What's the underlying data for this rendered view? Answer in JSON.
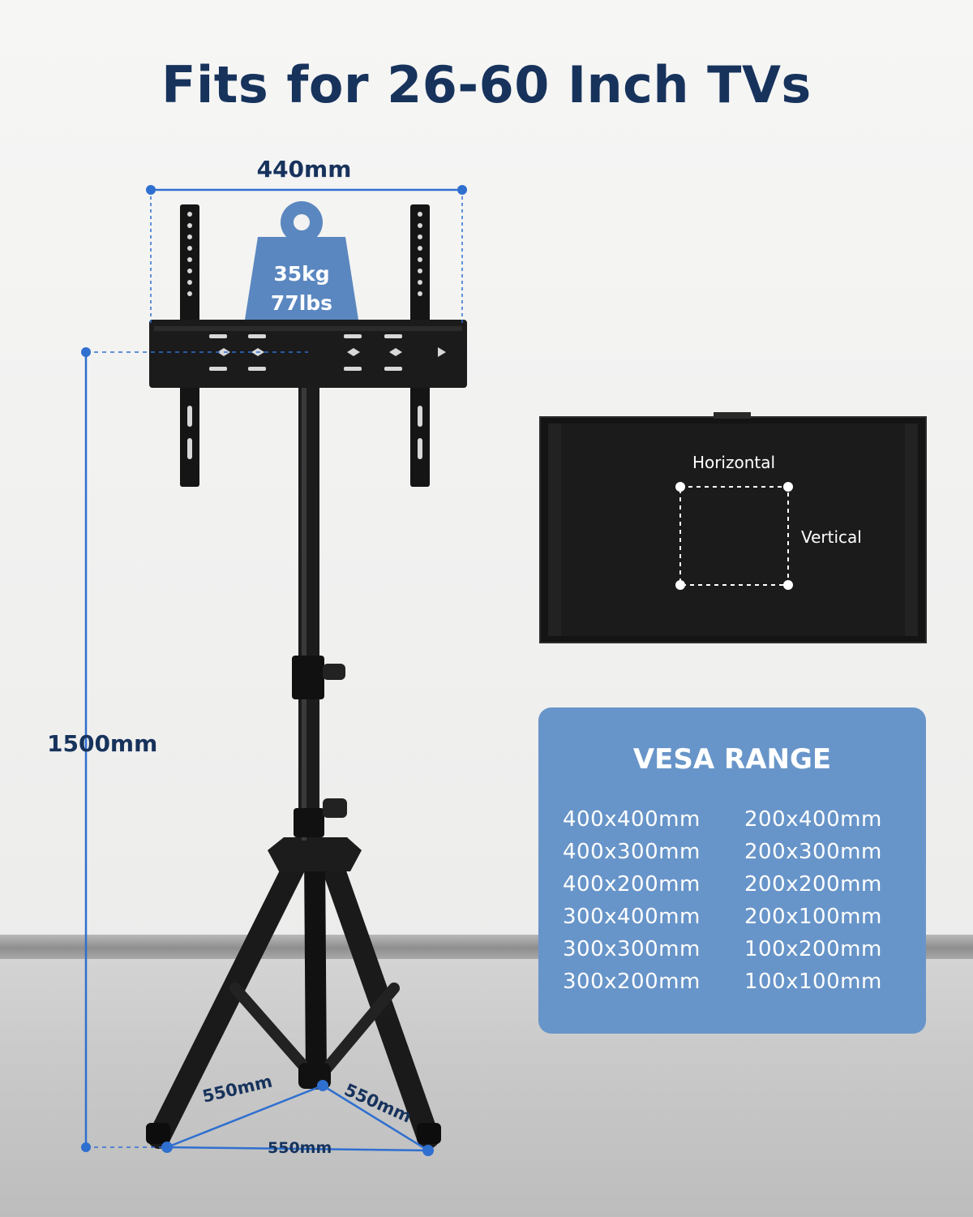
{
  "title": "Fits for 26-60 Inch TVs",
  "dimensions": {
    "width_top": "440mm",
    "height": "1500mm",
    "leg_left": "550mm",
    "leg_right": "550mm",
    "leg_base": "550mm"
  },
  "load": {
    "kg": "35kg",
    "lbs": "77lbs"
  },
  "tv_diagram": {
    "horizontal_label": "Horizontal",
    "vertical_label": "Vertical"
  },
  "vesa": {
    "title": "VESA RANGE",
    "left_column": [
      "400x400mm",
      "400x300mm",
      "400x200mm",
      "300x400mm",
      "300x300mm",
      "300x200mm"
    ],
    "right_column": [
      "200x400mm",
      "200x300mm",
      "200x200mm",
      "200x100mm",
      "100x200mm",
      "100x100mm"
    ]
  },
  "colors": {
    "title": "#17335c",
    "accent": "#2f6fcf",
    "panel": "#6895c9",
    "weight": "#5b87c0"
  }
}
